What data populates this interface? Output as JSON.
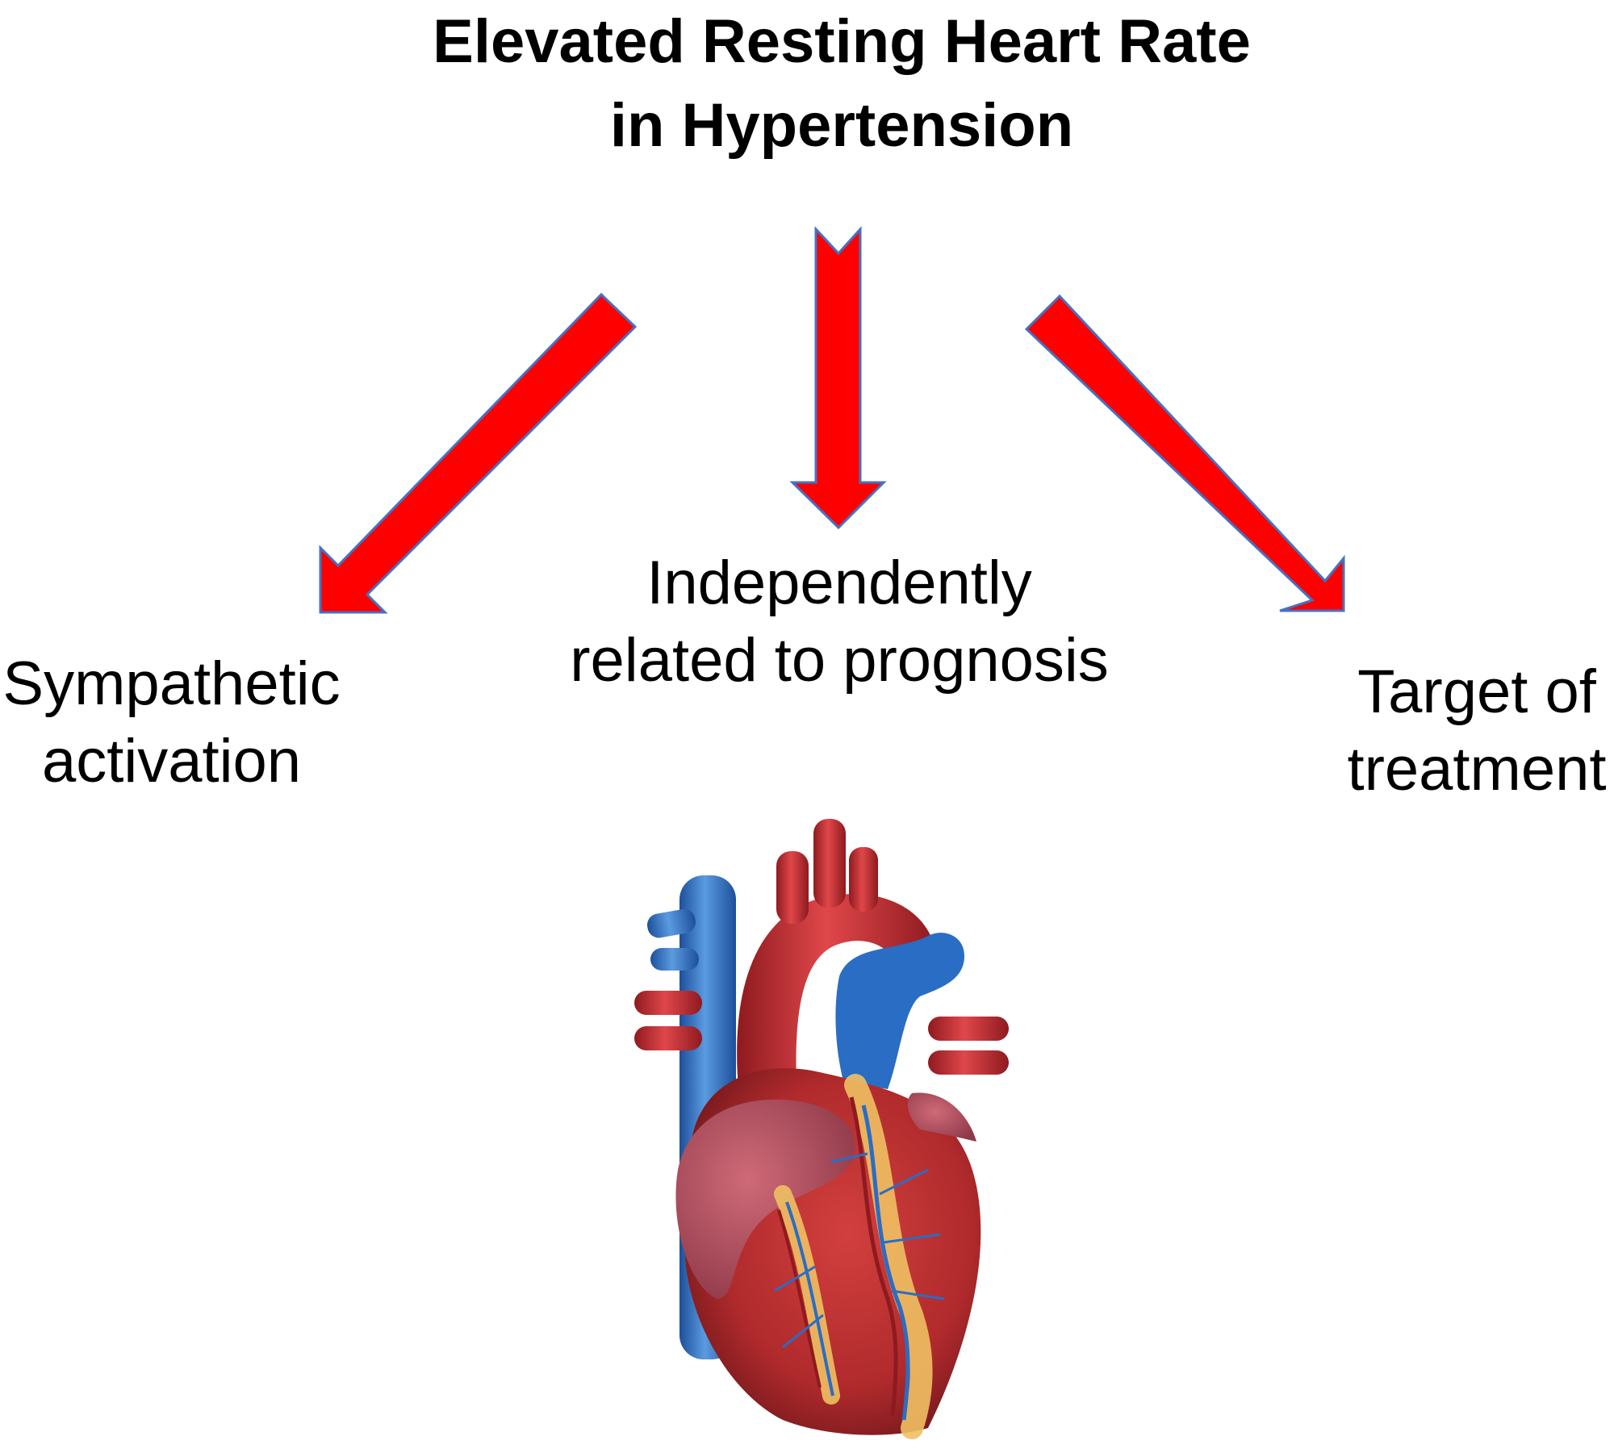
{
  "title": {
    "line1": "Elevated Resting Heart Rate",
    "line2": "in Hypertension"
  },
  "labels": {
    "left": {
      "line1": "Sympathetic",
      "line2": "activation"
    },
    "center": {
      "line1": "Independently",
      "line2": "related to prognosis"
    },
    "right": {
      "line1": "Target of",
      "line2": "treatment"
    }
  },
  "colors": {
    "arrow_fill": "#ff0000",
    "arrow_stroke": "#4472c4",
    "artery": "#c0242a",
    "vein": "#2e6fc0",
    "fat": "#f0c060",
    "atrium": "#b04a5a"
  },
  "illustration": "heart-anatomy-icon"
}
